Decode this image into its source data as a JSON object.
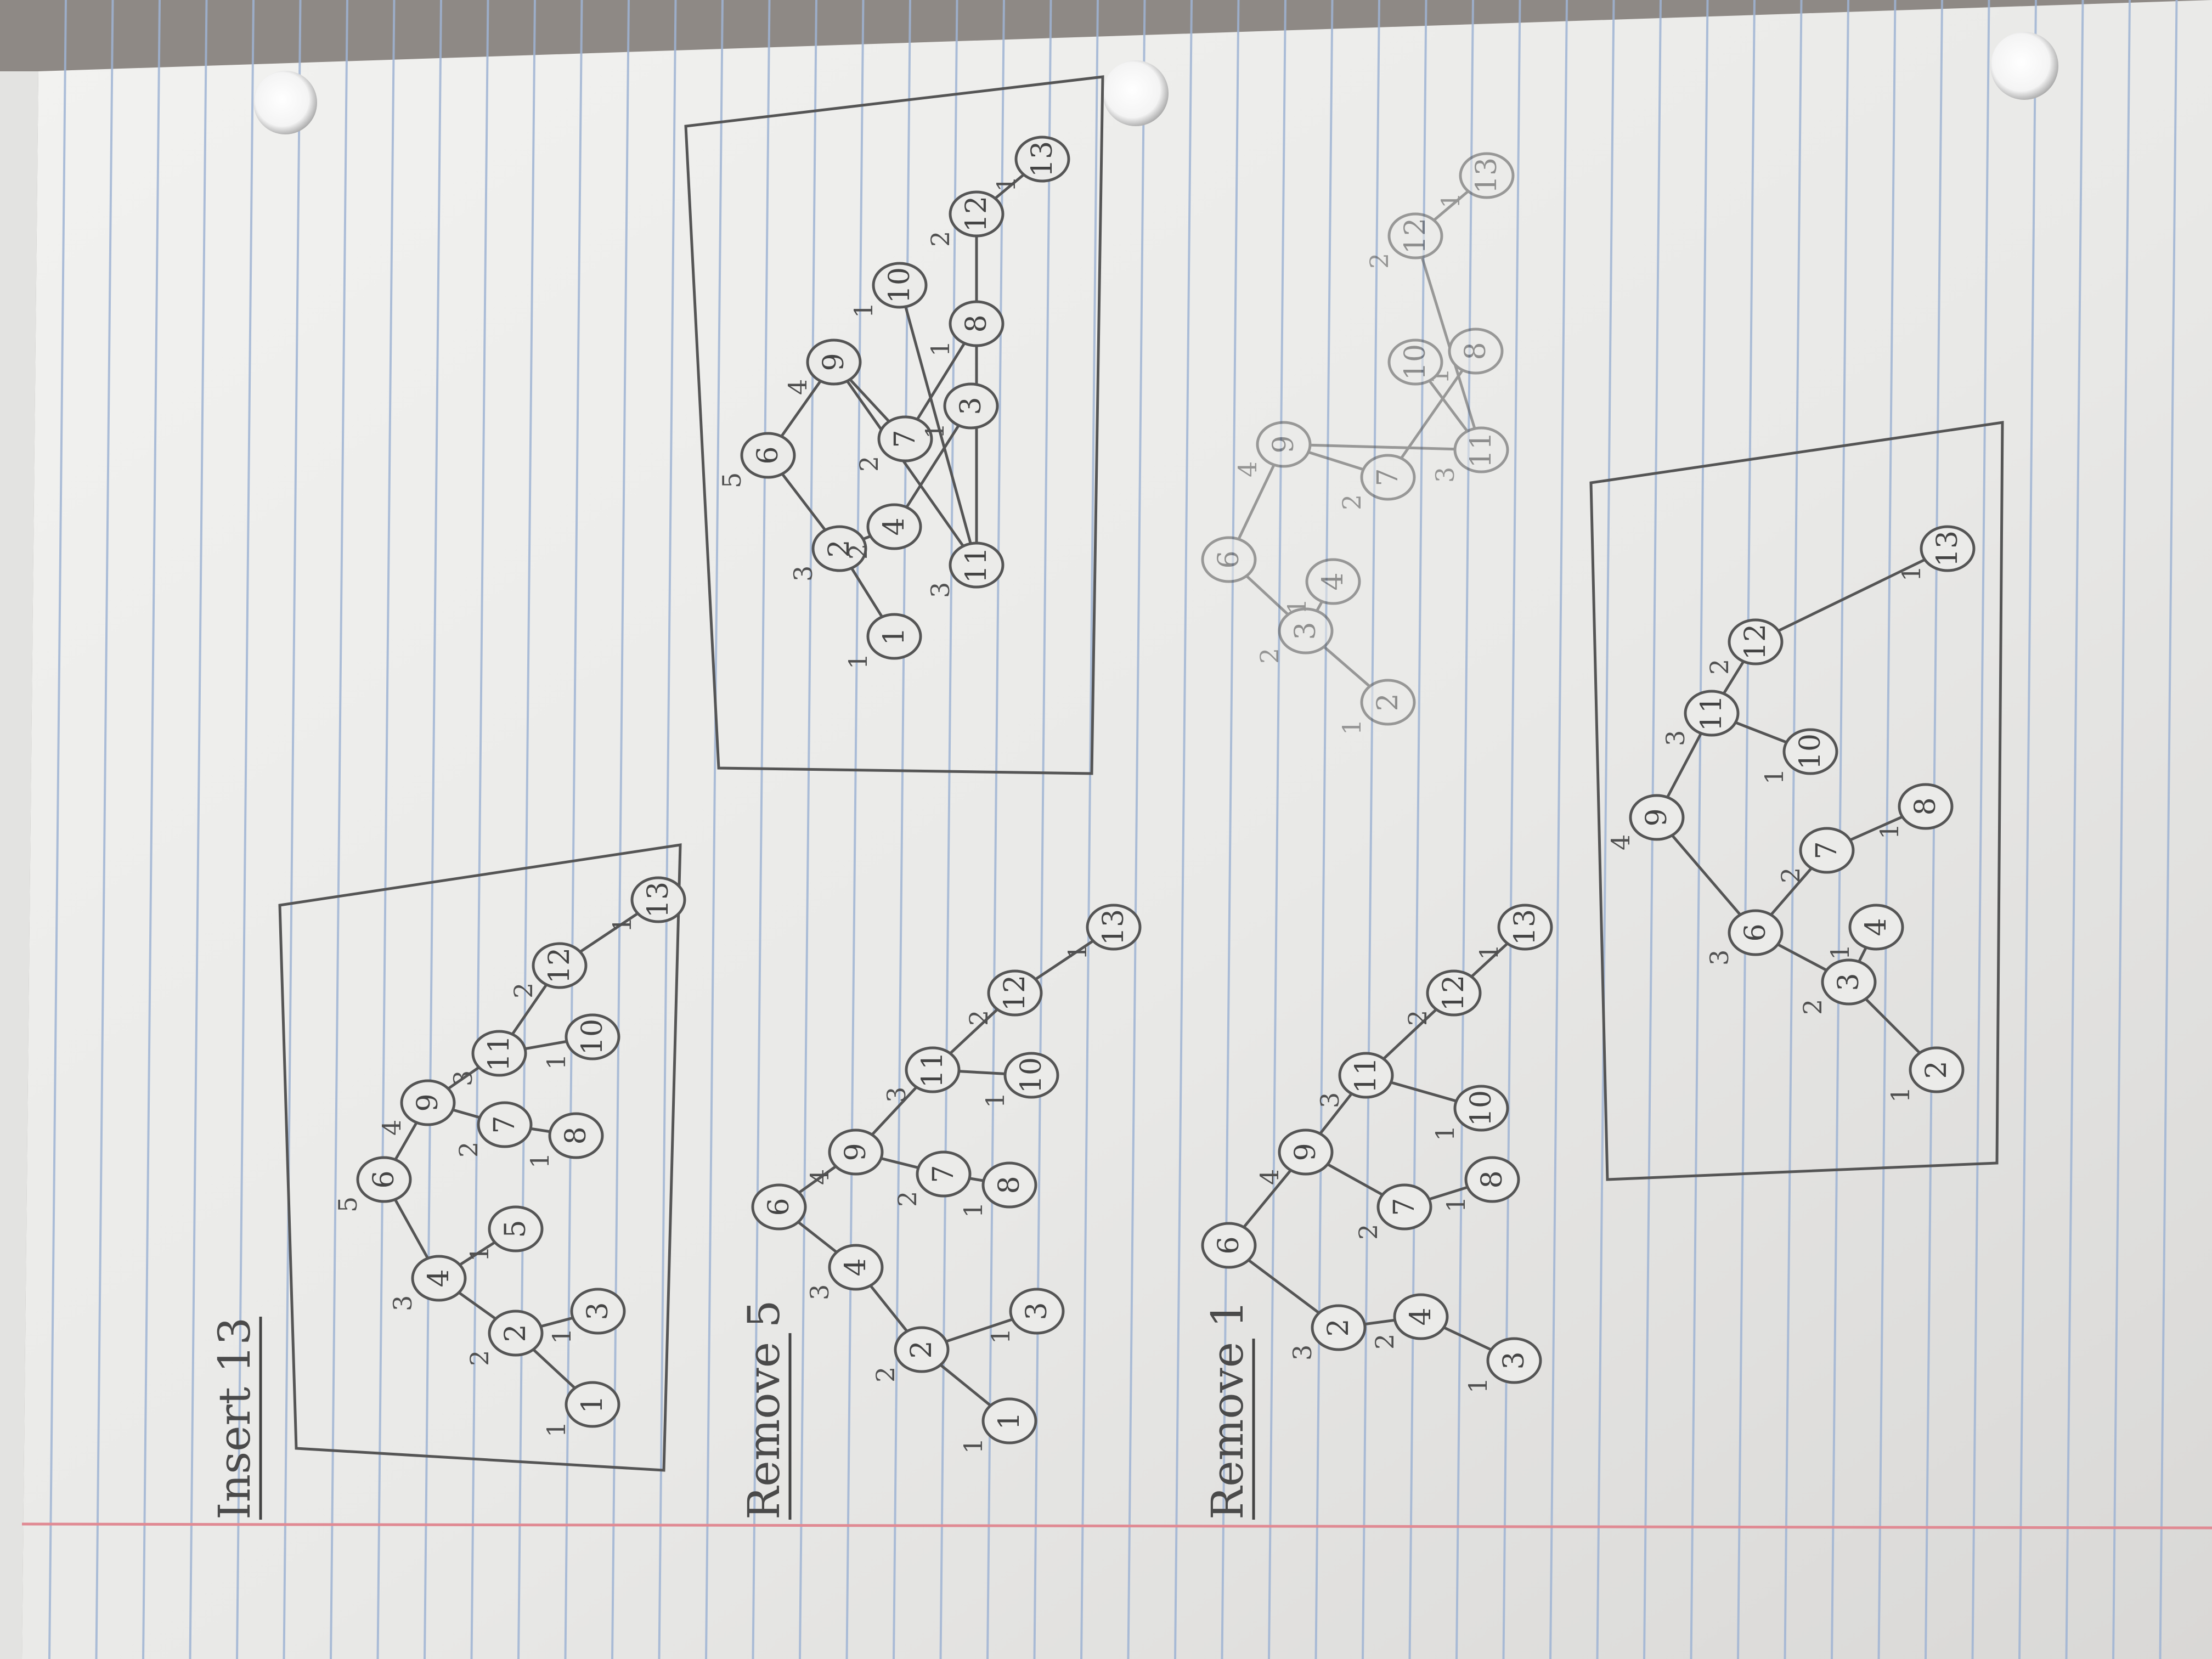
{
  "page": {
    "headings": {
      "insert": "Insert 13",
      "remove5": "Remove 5",
      "remove1": "Remove 1"
    }
  },
  "trees": [
    {
      "id": "insert13-result",
      "boxed": true,
      "nodes": [
        {
          "key": "6",
          "bal": "5"
        },
        {
          "key": "4",
          "bal": "3"
        },
        {
          "key": "9",
          "bal": "4"
        },
        {
          "key": "2",
          "bal": "2"
        },
        {
          "key": "5",
          "bal": "1"
        },
        {
          "key": "7",
          "bal": "2"
        },
        {
          "key": "11",
          "bal": "3"
        },
        {
          "key": "1",
          "bal": "1"
        },
        {
          "key": "3",
          "bal": "1"
        },
        {
          "key": "8",
          "bal": "1"
        },
        {
          "key": "10",
          "bal": "1"
        },
        {
          "key": "12",
          "bal": "2"
        },
        {
          "key": "13",
          "bal": "1"
        }
      ]
    },
    {
      "id": "remove5-step",
      "boxed": false,
      "nodes": [
        {
          "key": "6",
          "bal": ""
        },
        {
          "key": "4",
          "bal": "3"
        },
        {
          "key": "9",
          "bal": "4"
        },
        {
          "key": "2",
          "bal": "2"
        },
        {
          "key": "7",
          "bal": "2"
        },
        {
          "key": "11",
          "bal": "3"
        },
        {
          "key": "1",
          "bal": "1"
        },
        {
          "key": "3",
          "bal": "1"
        },
        {
          "key": "8",
          "bal": "1"
        },
        {
          "key": "10",
          "bal": "1"
        },
        {
          "key": "12",
          "bal": "2"
        },
        {
          "key": "13",
          "bal": "1"
        }
      ]
    },
    {
      "id": "remove5-result",
      "boxed": true,
      "nodes": [
        {
          "key": "6",
          "bal": "5"
        },
        {
          "key": "2",
          "bal": "3"
        },
        {
          "key": "9",
          "bal": "4"
        },
        {
          "key": "1",
          "bal": "1"
        },
        {
          "key": "4",
          "bal": "2"
        },
        {
          "key": "7",
          "bal": "2"
        },
        {
          "key": "11",
          "bal": "3"
        },
        {
          "key": "3",
          "bal": "1"
        },
        {
          "key": "8",
          "bal": "1"
        },
        {
          "key": "10",
          "bal": "1"
        },
        {
          "key": "12",
          "bal": "2"
        },
        {
          "key": "13",
          "bal": "1"
        }
      ]
    },
    {
      "id": "remove1-step",
      "boxed": false,
      "nodes": [
        {
          "key": "6",
          "bal": ""
        },
        {
          "key": "2",
          "bal": "3"
        },
        {
          "key": "9",
          "bal": "4"
        },
        {
          "key": "4",
          "bal": "2"
        },
        {
          "key": "7",
          "bal": "2"
        },
        {
          "key": "11",
          "bal": "3"
        },
        {
          "key": "3",
          "bal": "1"
        },
        {
          "key": "8",
          "bal": "1"
        },
        {
          "key": "10",
          "bal": "1"
        },
        {
          "key": "12",
          "bal": "2"
        },
        {
          "key": "13",
          "bal": "1"
        }
      ]
    },
    {
      "id": "remove1-step-faint",
      "boxed": false,
      "nodes": [
        {
          "key": "6",
          "bal": ""
        },
        {
          "key": "3",
          "bal": "2"
        },
        {
          "key": "9",
          "bal": "4"
        },
        {
          "key": "2",
          "bal": "1"
        },
        {
          "key": "4",
          "bal": "1"
        },
        {
          "key": "7",
          "bal": "2"
        },
        {
          "key": "11",
          "bal": "3"
        },
        {
          "key": "8",
          "bal": "1"
        },
        {
          "key": "10",
          "bal": ""
        },
        {
          "key": "12",
          "bal": "2"
        },
        {
          "key": "13",
          "bal": "1"
        }
      ]
    },
    {
      "id": "remove1-result",
      "boxed": true,
      "nodes": [
        {
          "key": "9",
          "bal": "4"
        },
        {
          "key": "6",
          "bal": "3"
        },
        {
          "key": "11",
          "bal": "3"
        },
        {
          "key": "3",
          "bal": "2"
        },
        {
          "key": "7",
          "bal": "2"
        },
        {
          "key": "10",
          "bal": "1"
        },
        {
          "key": "12",
          "bal": "2"
        },
        {
          "key": "2",
          "bal": "1"
        },
        {
          "key": "4",
          "bal": "1"
        },
        {
          "key": "8",
          "bal": "1"
        },
        {
          "key": "13",
          "bal": "1"
        }
      ]
    }
  ]
}
